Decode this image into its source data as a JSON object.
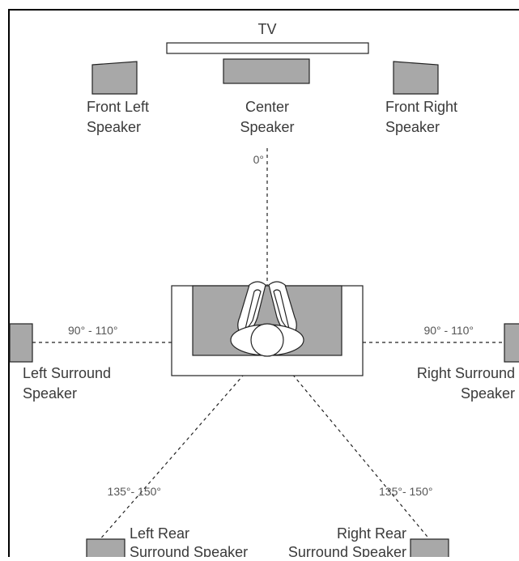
{
  "colors": {
    "background": "#ffffff",
    "border": "#000000",
    "speaker_fill": "#a8a8a8",
    "speaker_stroke": "#222222",
    "line": "#222222",
    "text": "#3a3a3a",
    "angle_text": "#555555"
  },
  "tv": {
    "label": "TV"
  },
  "speakers": {
    "front_left": {
      "line1": "Front Left",
      "line2": "Speaker"
    },
    "center": {
      "line1": "Center",
      "line2": "Speaker"
    },
    "front_right": {
      "line1": "Front Right",
      "line2": "Speaker"
    },
    "left_surround": {
      "line1": "Left Surround",
      "line2": "Speaker"
    },
    "right_surround": {
      "line1": "Right Surround",
      "line2": "Speaker"
    },
    "left_rear": {
      "line1": "Left Rear",
      "line2": "Surround Speaker"
    },
    "right_rear": {
      "line1": "Right Rear",
      "line2": "Surround Speaker"
    }
  },
  "angles": {
    "front": "0°",
    "left_side": "90° - 110°",
    "right_side": "90° - 110°",
    "left_rear": "135°- 150°",
    "right_rear": "135°- 150°"
  },
  "listener": {
    "icon": "person-on-couch-icon"
  }
}
